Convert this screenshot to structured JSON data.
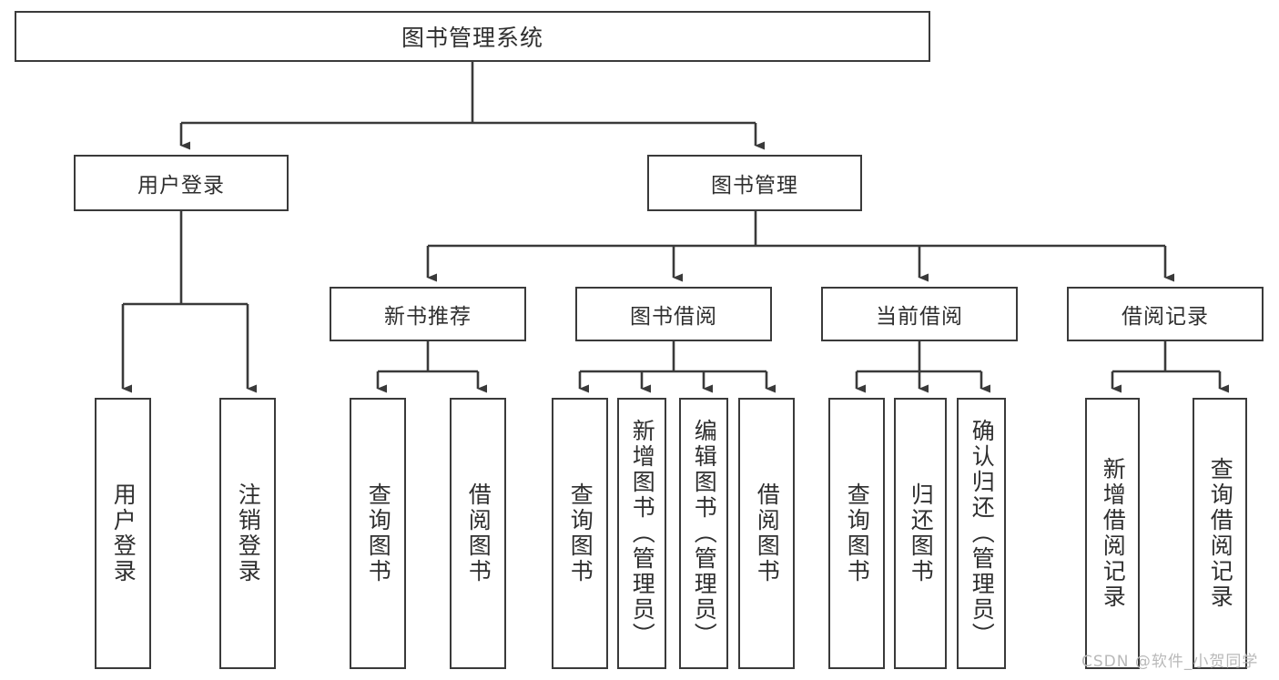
{
  "diagram": {
    "title": "图书管理系统",
    "root": {
      "label": "图书管理系统"
    },
    "tier2": [
      {
        "label": "用户登录"
      },
      {
        "label": "图书管理"
      }
    ],
    "tier3": [
      {
        "label": "新书推荐"
      },
      {
        "label": "图书借阅"
      },
      {
        "label": "当前借阅"
      },
      {
        "label": "借阅记录"
      }
    ],
    "leaves": [
      {
        "label": "用户登录"
      },
      {
        "label": "注销登录"
      },
      {
        "label": "查询图书"
      },
      {
        "label": "借阅图书"
      },
      {
        "label": "查询图书"
      },
      {
        "label": "新增图书（管理员）"
      },
      {
        "label": "编辑图书（管理员）"
      },
      {
        "label": "借阅图书"
      },
      {
        "label": "查询图书"
      },
      {
        "label": "归还图书"
      },
      {
        "label": "确认归还（管理员）"
      },
      {
        "label": "新增借阅记录"
      },
      {
        "label": "查询借阅记录"
      }
    ],
    "watermark": "CSDN @软件_小贺同学",
    "colors": {
      "stroke": "#3a3a3a",
      "text": "#2f2f2f",
      "background": "#ffffff",
      "watermark": "#b9b9b9"
    }
  }
}
